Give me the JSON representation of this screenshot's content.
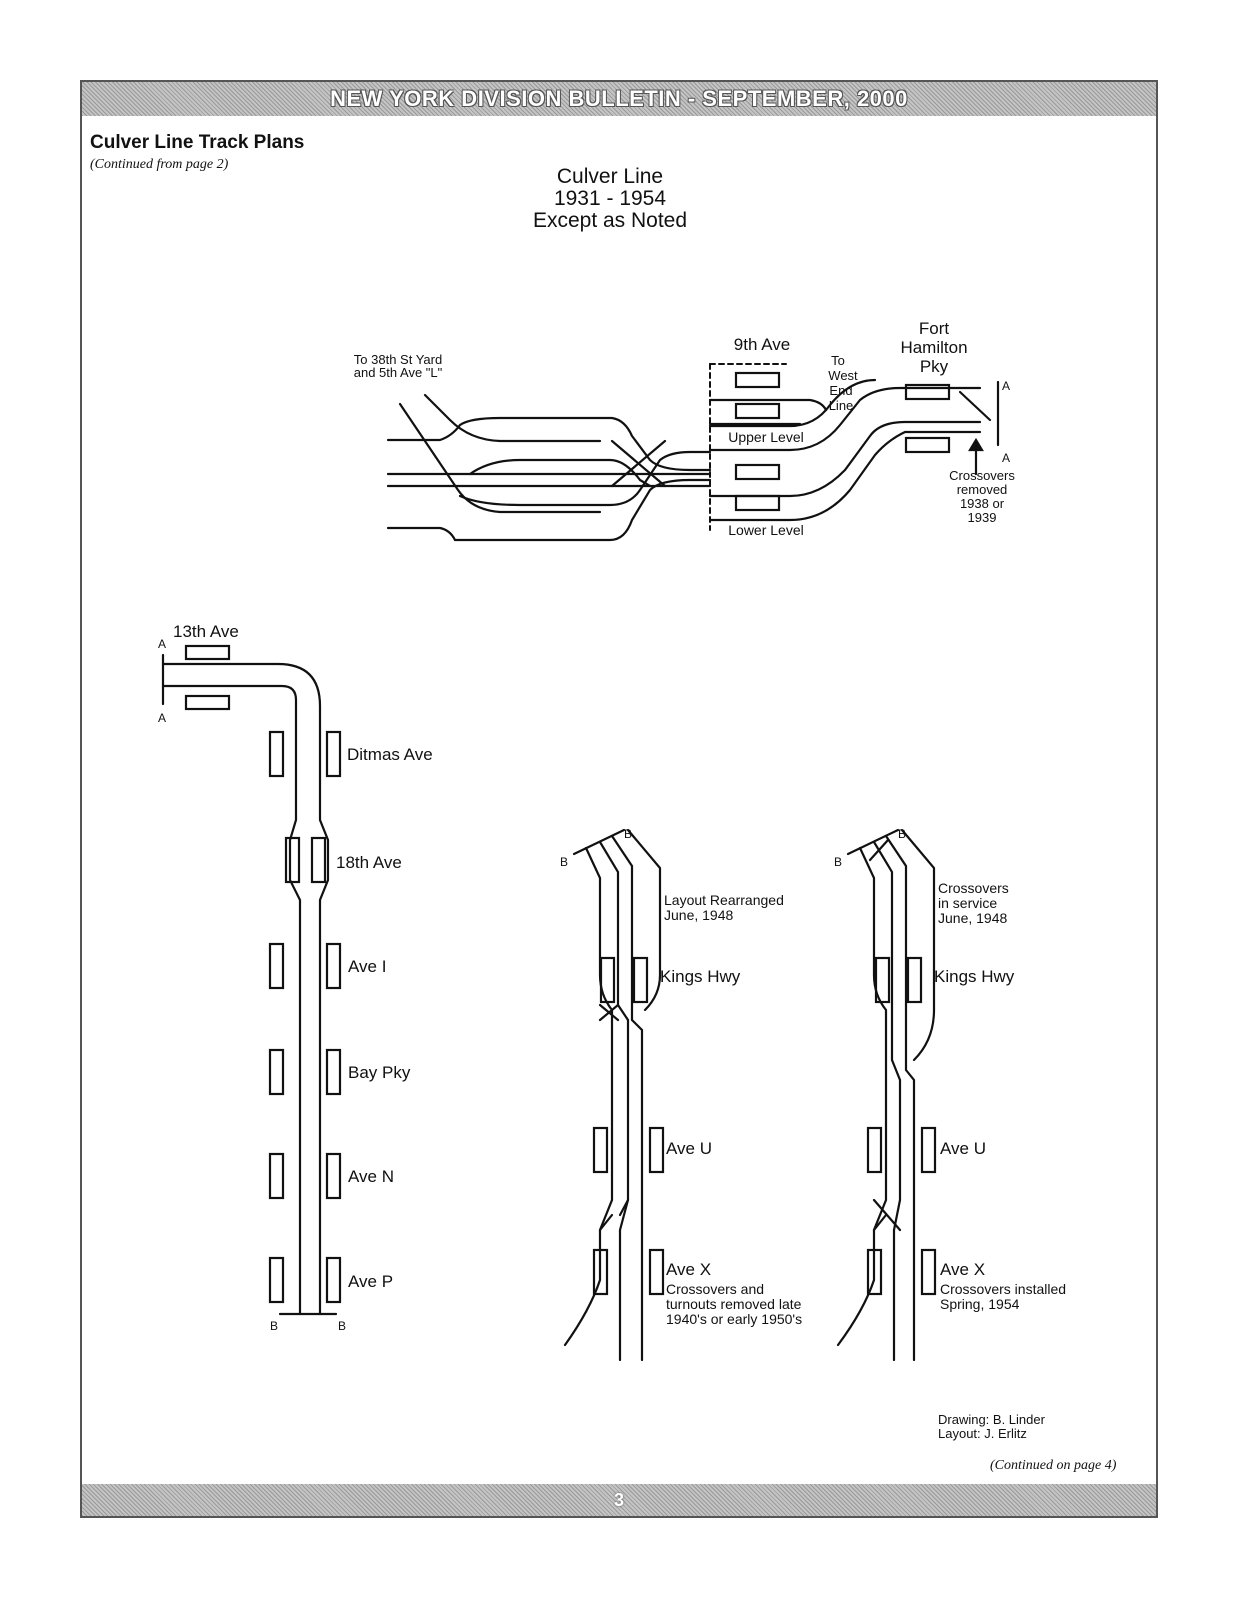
{
  "header": {
    "title": "NEW YORK DIVISION BULLETIN - SEPTEMBER, 2000"
  },
  "article": {
    "title": "Culver Line Track Plans",
    "continued_from": "(Continued from page 2)",
    "continued_on": "(Continued on page 4)"
  },
  "diagram": {
    "title_lines": [
      "Culver Line",
      "1931 - 1954",
      "Except as Noted"
    ],
    "top_labels": {
      "yard": [
        "To 38th St Yard",
        "and 5th Ave \"L\""
      ],
      "ninth_ave": "9th Ave",
      "west_end": [
        "To",
        "West",
        "End",
        "Line"
      ],
      "fort_hamilton": [
        "Fort",
        "Hamilton",
        "Pky"
      ],
      "upper_level": "Upper Level",
      "lower_level": "Lower Level",
      "crossovers_removed": [
        "Crossovers",
        "removed",
        "1938 or",
        "1939"
      ],
      "match_a": "A"
    },
    "main_line": {
      "stations": [
        "13th Ave",
        "Ditmas Ave",
        "18th Ave",
        "Ave I",
        "Bay Pky",
        "Ave N",
        "Ave P"
      ],
      "match_a": "A",
      "match_b": "B"
    },
    "panel_1948": {
      "match_b": "B",
      "note": [
        "Layout Rearranged",
        "June, 1948"
      ],
      "stations": [
        "Kings Hwy",
        "Ave U",
        "Ave X"
      ],
      "ave_x_note": [
        "Crossovers and",
        "turnouts removed late",
        "1940's or early 1950's"
      ]
    },
    "panel_1954": {
      "match_b": "B",
      "note": [
        "Crossovers",
        "in service",
        "June, 1948"
      ],
      "stations": [
        "Kings Hwy",
        "Ave U",
        "Ave X"
      ],
      "ave_x_note": [
        "Crossovers installed",
        "Spring, 1954"
      ]
    }
  },
  "credits": {
    "drawing": "Drawing: B. Linder",
    "layout": "Layout: J. Erlitz"
  },
  "footer": {
    "page_number": "3"
  }
}
